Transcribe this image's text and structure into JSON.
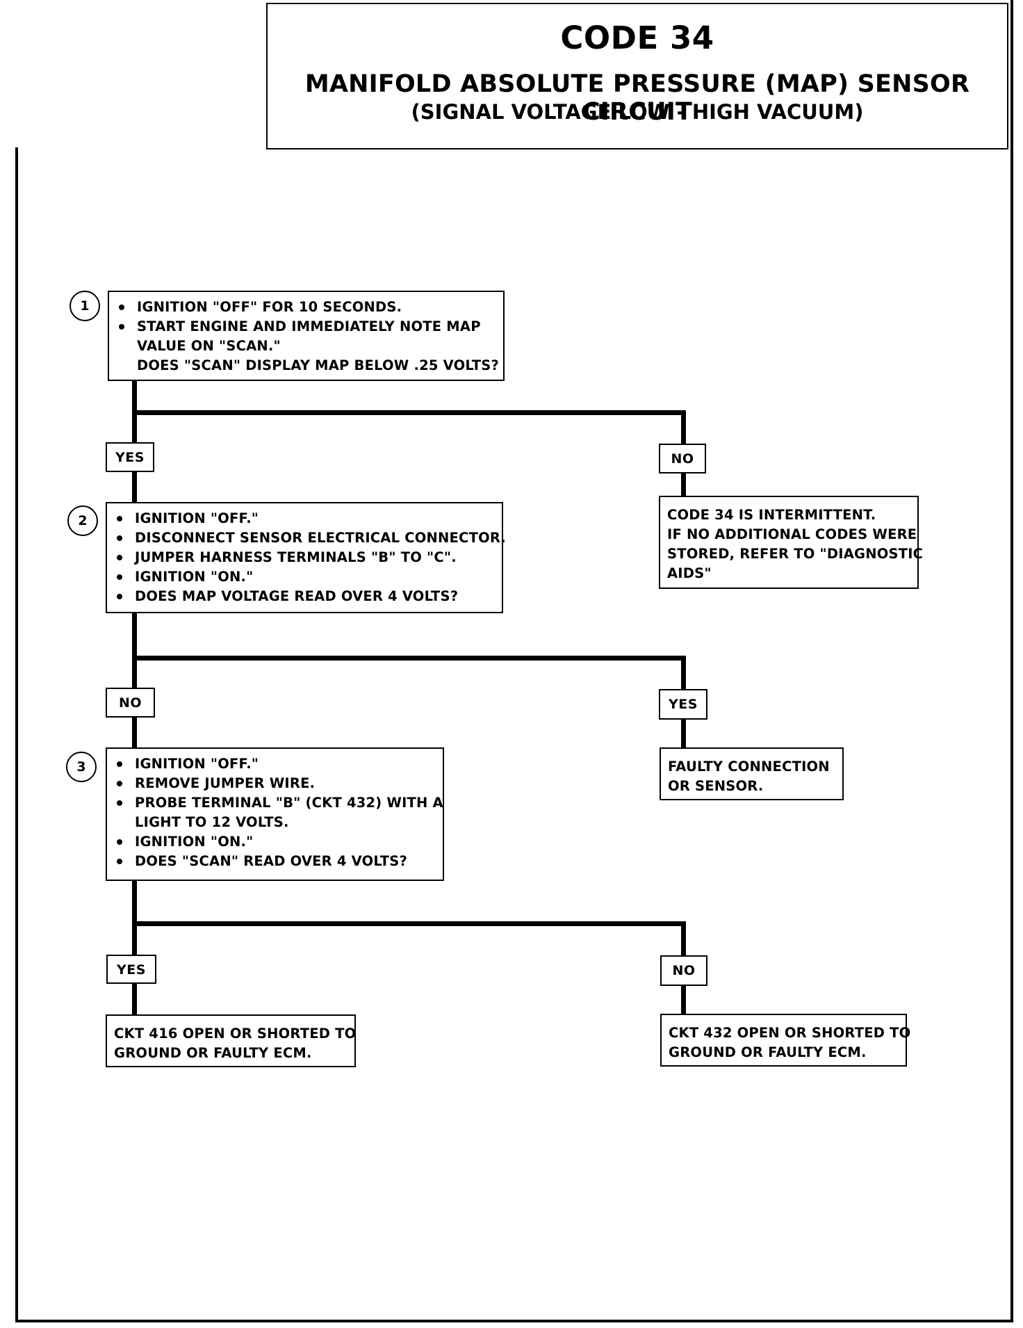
{
  "title": {
    "code": "CODE 34",
    "main": "MANIFOLD ABSOLUTE PRESSURE (MAP) SENSOR CIRCUIT",
    "sub": "(SIGNAL VOLTAGE LOW - HIGH VACUUM)"
  },
  "steps": [
    {
      "number": "1",
      "items": [
        {
          "bullet": true,
          "text": "IGNITION \"OFF\" FOR 10 SECONDS."
        },
        {
          "bullet": true,
          "text": "START ENGINE AND IMMEDIATELY NOTE MAP"
        },
        {
          "bullet": false,
          "text": "VALUE ON \"SCAN.\""
        },
        {
          "bullet": false,
          "text": "DOES \"SCAN\" DISPLAY MAP BELOW .25 VOLTS?"
        }
      ],
      "left_label": "YES",
      "right_label": "NO"
    },
    {
      "number": "2",
      "items": [
        {
          "bullet": true,
          "text": "IGNITION \"OFF.\""
        },
        {
          "bullet": true,
          "text": "DISCONNECT SENSOR ELECTRICAL CONNECTOR."
        },
        {
          "bullet": true,
          "text": "JUMPER HARNESS TERMINALS \"B\" TO \"C\"."
        },
        {
          "bullet": true,
          "text": "IGNITION \"ON.\""
        },
        {
          "bullet": true,
          "text": "DOES MAP VOLTAGE READ OVER 4 VOLTS?"
        }
      ],
      "left_label": "NO",
      "right_label": "YES"
    },
    {
      "number": "3",
      "items": [
        {
          "bullet": true,
          "text": "IGNITION \"OFF.\""
        },
        {
          "bullet": true,
          "text": "REMOVE JUMPER WIRE."
        },
        {
          "bullet": true,
          "text": "PROBE TERMINAL \"B\" (CKT 432) WITH A"
        },
        {
          "bullet": false,
          "text": "LIGHT TO 12 VOLTS."
        },
        {
          "bullet": true,
          "text": "IGNITION \"ON.\""
        },
        {
          "bullet": true,
          "text": "DOES \"SCAN\" READ OVER 4 VOLTS?"
        }
      ],
      "left_label": "YES",
      "right_label": "NO"
    }
  ],
  "results": {
    "intermittent": [
      "CODE 34 IS INTERMITTENT.",
      "IF NO ADDITIONAL CODES WERE",
      "STORED, REFER TO \"DIAGNOSTIC",
      "AIDS\""
    ],
    "faulty_connection": [
      "FAULTY CONNECTION",
      "OR SENSOR."
    ],
    "ckt416": [
      "CKT 416 OPEN OR SHORTED TO",
      "GROUND OR FAULTY ECM."
    ],
    "ckt432": [
      "CKT 432 OPEN OR SHORTED TO",
      "GROUND OR FAULTY ECM."
    ]
  }
}
